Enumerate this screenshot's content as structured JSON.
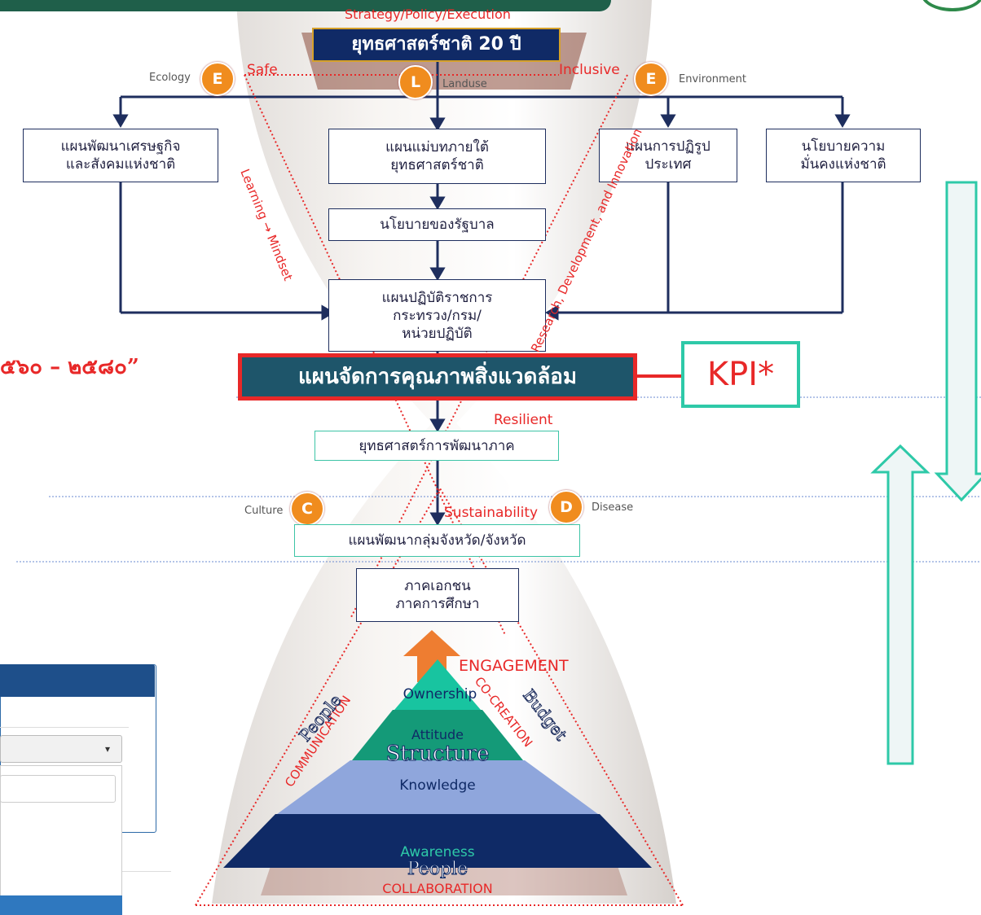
{
  "header": {
    "strategy_label": "Strategy/Policy/Execution",
    "top_box": "ยุทธศาสตร์ชาติ 20 ปี"
  },
  "circles": [
    {
      "letter": "E",
      "label": "Ecology"
    },
    {
      "letter": "L",
      "label": "Landuse"
    },
    {
      "letter": "E",
      "label": "Environment"
    },
    {
      "letter": "C",
      "label": "Culture"
    },
    {
      "letter": "D",
      "label": "Disease"
    }
  ],
  "red_labels": {
    "safe": "Safe",
    "inclusive": "Inclusive",
    "resilient": "Resilient",
    "sustainability": "Sustainability",
    "learning": "Learning → Mindset",
    "research": "Research, Development, and Innovation",
    "engagement": "ENGAGEMENT"
  },
  "plans": {
    "economic": "แผนพัฒนาเศรษฐกิจ\nและสังคมแห่งชาติ",
    "master": "แผนแม่บทภายใต้\nยุทธศาสตร์ชาติ",
    "reform": "แผนการปฏิรูป\nประเทศ",
    "security": "นโยบายความ\nมั่นคงแห่งชาติ",
    "government": "นโยบายของรัฐบาล",
    "action": "แผนปฏิบัติราชการ\nกระทรวง/กรม/\nหน่วยปฏิบัติ",
    "environment": "แผนจัดการคุณภาพสิ่งแวดล้อม",
    "regional": "ยุทธศาสตร์การพัฒนาภาค",
    "provincial": "แผนพัฒนากลุ่มจังหวัด/จังหวัด",
    "private": "ภาคเอกชน\nภาคการศึกษา"
  },
  "kpi": "KPI*",
  "left_fragment": "๕๖๐ – ๒๕๘๐”",
  "pyramid": {
    "levels": [
      "Ownership",
      "Attitude",
      "Knowledge",
      "Awareness"
    ],
    "structure": "Structure",
    "people": "People",
    "collaboration": "COLLABORATION",
    "communication": "COMMUNICATION",
    "cocreation": "CO-CREATION",
    "people_side": "People",
    "budget_side": "Budget"
  },
  "colors": {
    "navy": "#1e2e5e",
    "red": "#e82828",
    "teal": "#2ec9a8",
    "orange": "#f08c1e",
    "pyr1": "#18c4a0",
    "pyr2": "#149a78",
    "pyr3": "#8fa6dc",
    "pyr4": "#0f2a66"
  }
}
